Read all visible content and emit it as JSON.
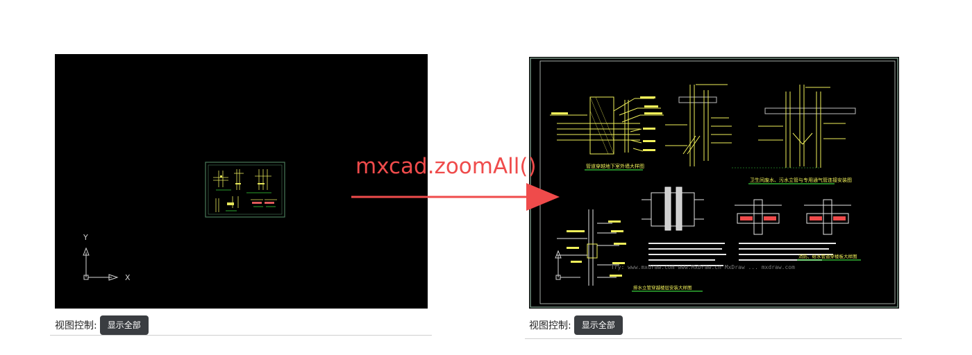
{
  "annotation": {
    "text": "mxcad.zoomAll()",
    "color": "#ef4b4b"
  },
  "panels": [
    {
      "label": "视图控制:",
      "button_label": "显示全部",
      "axis_x_label": "X",
      "axis_y_label": "Y"
    },
    {
      "label": "视图控制:",
      "button_label": "显示全部"
    }
  ],
  "drawing": {
    "watermark": "Try: www.mxdraw.com  www.MxDraw.cn  MxDraw ... mxdraw.com",
    "sheet_titles": [
      "管道穿越地下室外墙大样图",
      "卫生间废水、污水立管与专用通气管连接安装图",
      "排水立管穿越楼层安装大样图",
      "消防、给水管道穿楼板大样图"
    ],
    "colors": {
      "line": "#f2f25a",
      "green": "#39d33d",
      "white": "#e8e8e8",
      "border": "#cccccc",
      "accent": "#ef4b4b"
    }
  }
}
